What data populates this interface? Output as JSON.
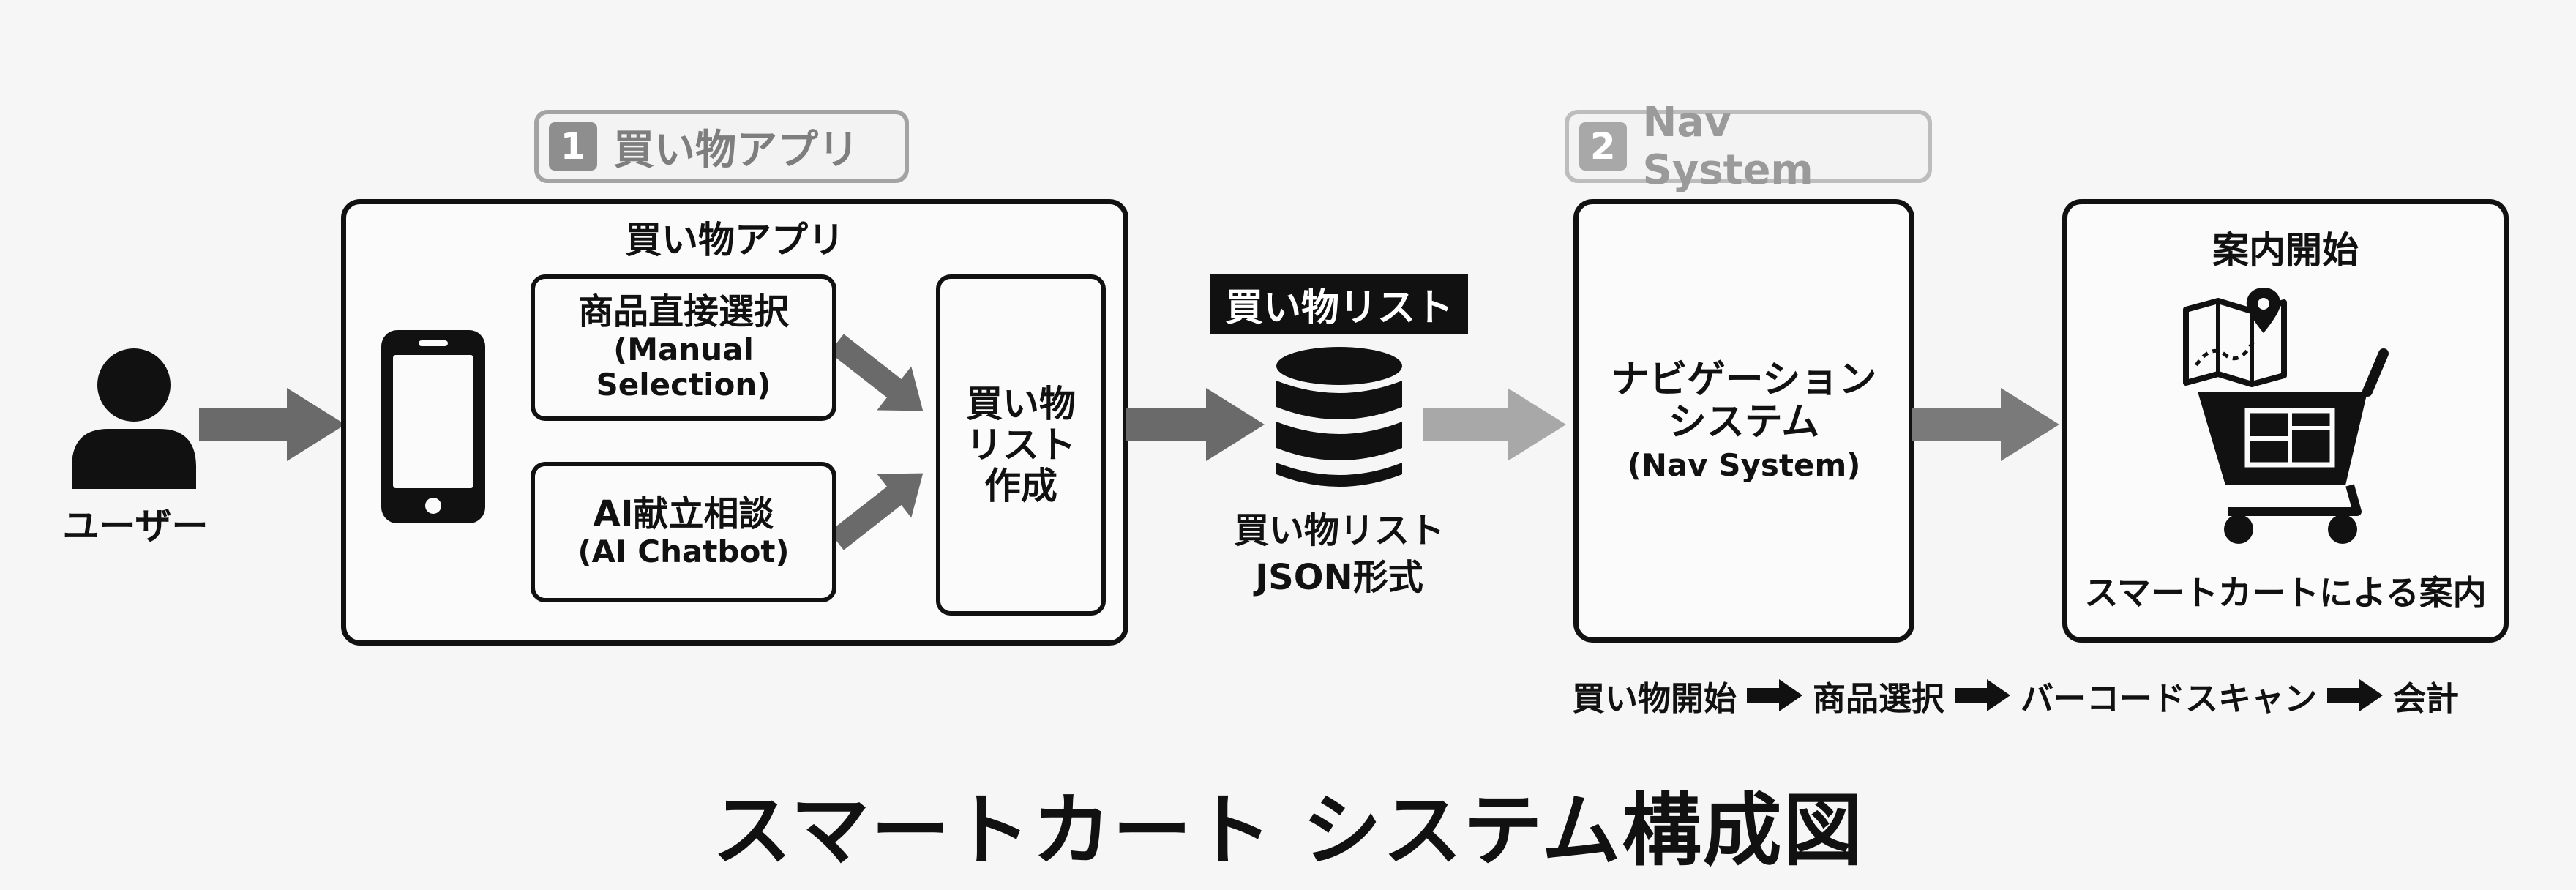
{
  "user": {
    "label": "ユーザー",
    "icon": "user-icon"
  },
  "section1": {
    "number": "1",
    "label": "買い物アプリ"
  },
  "section2": {
    "number": "2",
    "label": "Nav System"
  },
  "app_box": {
    "title": "買い物アプリ",
    "phone_icon": "smartphone-icon",
    "manual": {
      "jp": "商品直接選択",
      "en_line1": "(Manual",
      "en_line2": "Selection)"
    },
    "ai": {
      "jp": "AI献立相談",
      "en": "(AI Chatbot)"
    },
    "create_list": {
      "line1": "買い物",
      "line2": "リスト",
      "line3": "作成"
    }
  },
  "shopping_list": {
    "banner": "買い物リスト",
    "icon": "database-icon",
    "caption_line1": "買い物リスト",
    "caption_line2": "JSON形式"
  },
  "nav_box": {
    "line1": "ナビゲーション",
    "line2": "システム",
    "line3": "(Nav System)"
  },
  "cart_box": {
    "title": "案内開始",
    "map_icon": "map-pin-icon",
    "cart_icon": "shopping-cart-icon",
    "caption": "スマートカートによる案内"
  },
  "flow_steps": [
    "買い物開始",
    "商品選択",
    "バーコードスキャン",
    "会計"
  ],
  "main_title": "スマートカート システム構成図",
  "colors": {
    "arrow_dark": "#6a6a6a",
    "arrow_light": "#a8a8a8",
    "tag_dark": "#8e8e8e",
    "tag_light": "#a8a8a8",
    "ink": "#111111"
  }
}
